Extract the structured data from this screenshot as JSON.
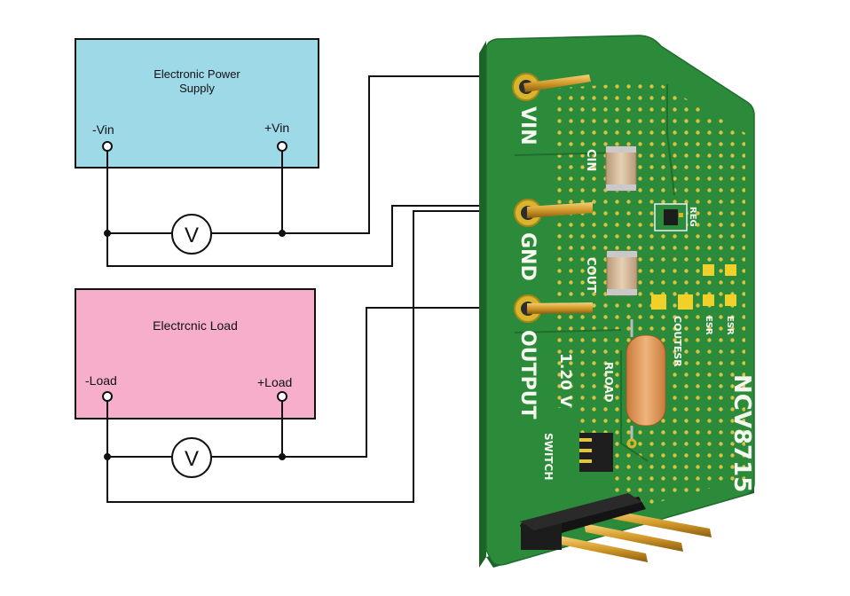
{
  "power_supply": {
    "title_line1": "Electronic Power",
    "title_line2": "Supply",
    "neg_terminal": "-Vin",
    "pos_terminal": "+Vin",
    "fill_color": "#9ed9e8"
  },
  "load": {
    "title": "Electrcnic Load",
    "neg_terminal": "-Load",
    "pos_terminal": "+Load",
    "fill_color": "#f6aecb"
  },
  "voltmeters": {
    "top_symbol": "V",
    "bottom_symbol": "V"
  },
  "board": {
    "pcb_color": "#2b8b3a",
    "pin_labels": {
      "vin": "VIN",
      "gnd": "GND",
      "output": "OUTPUT"
    },
    "component_labels": {
      "cin": "CIN",
      "cout": "COUT",
      "reg": "REG",
      "coutesr": "COUTESR",
      "esr_1": "ESR",
      "esr_2": "ESR",
      "rload": "RLOAD",
      "voltage": "1.20 V",
      "switch": "SWITCH",
      "part_number": "NCV8715"
    }
  }
}
